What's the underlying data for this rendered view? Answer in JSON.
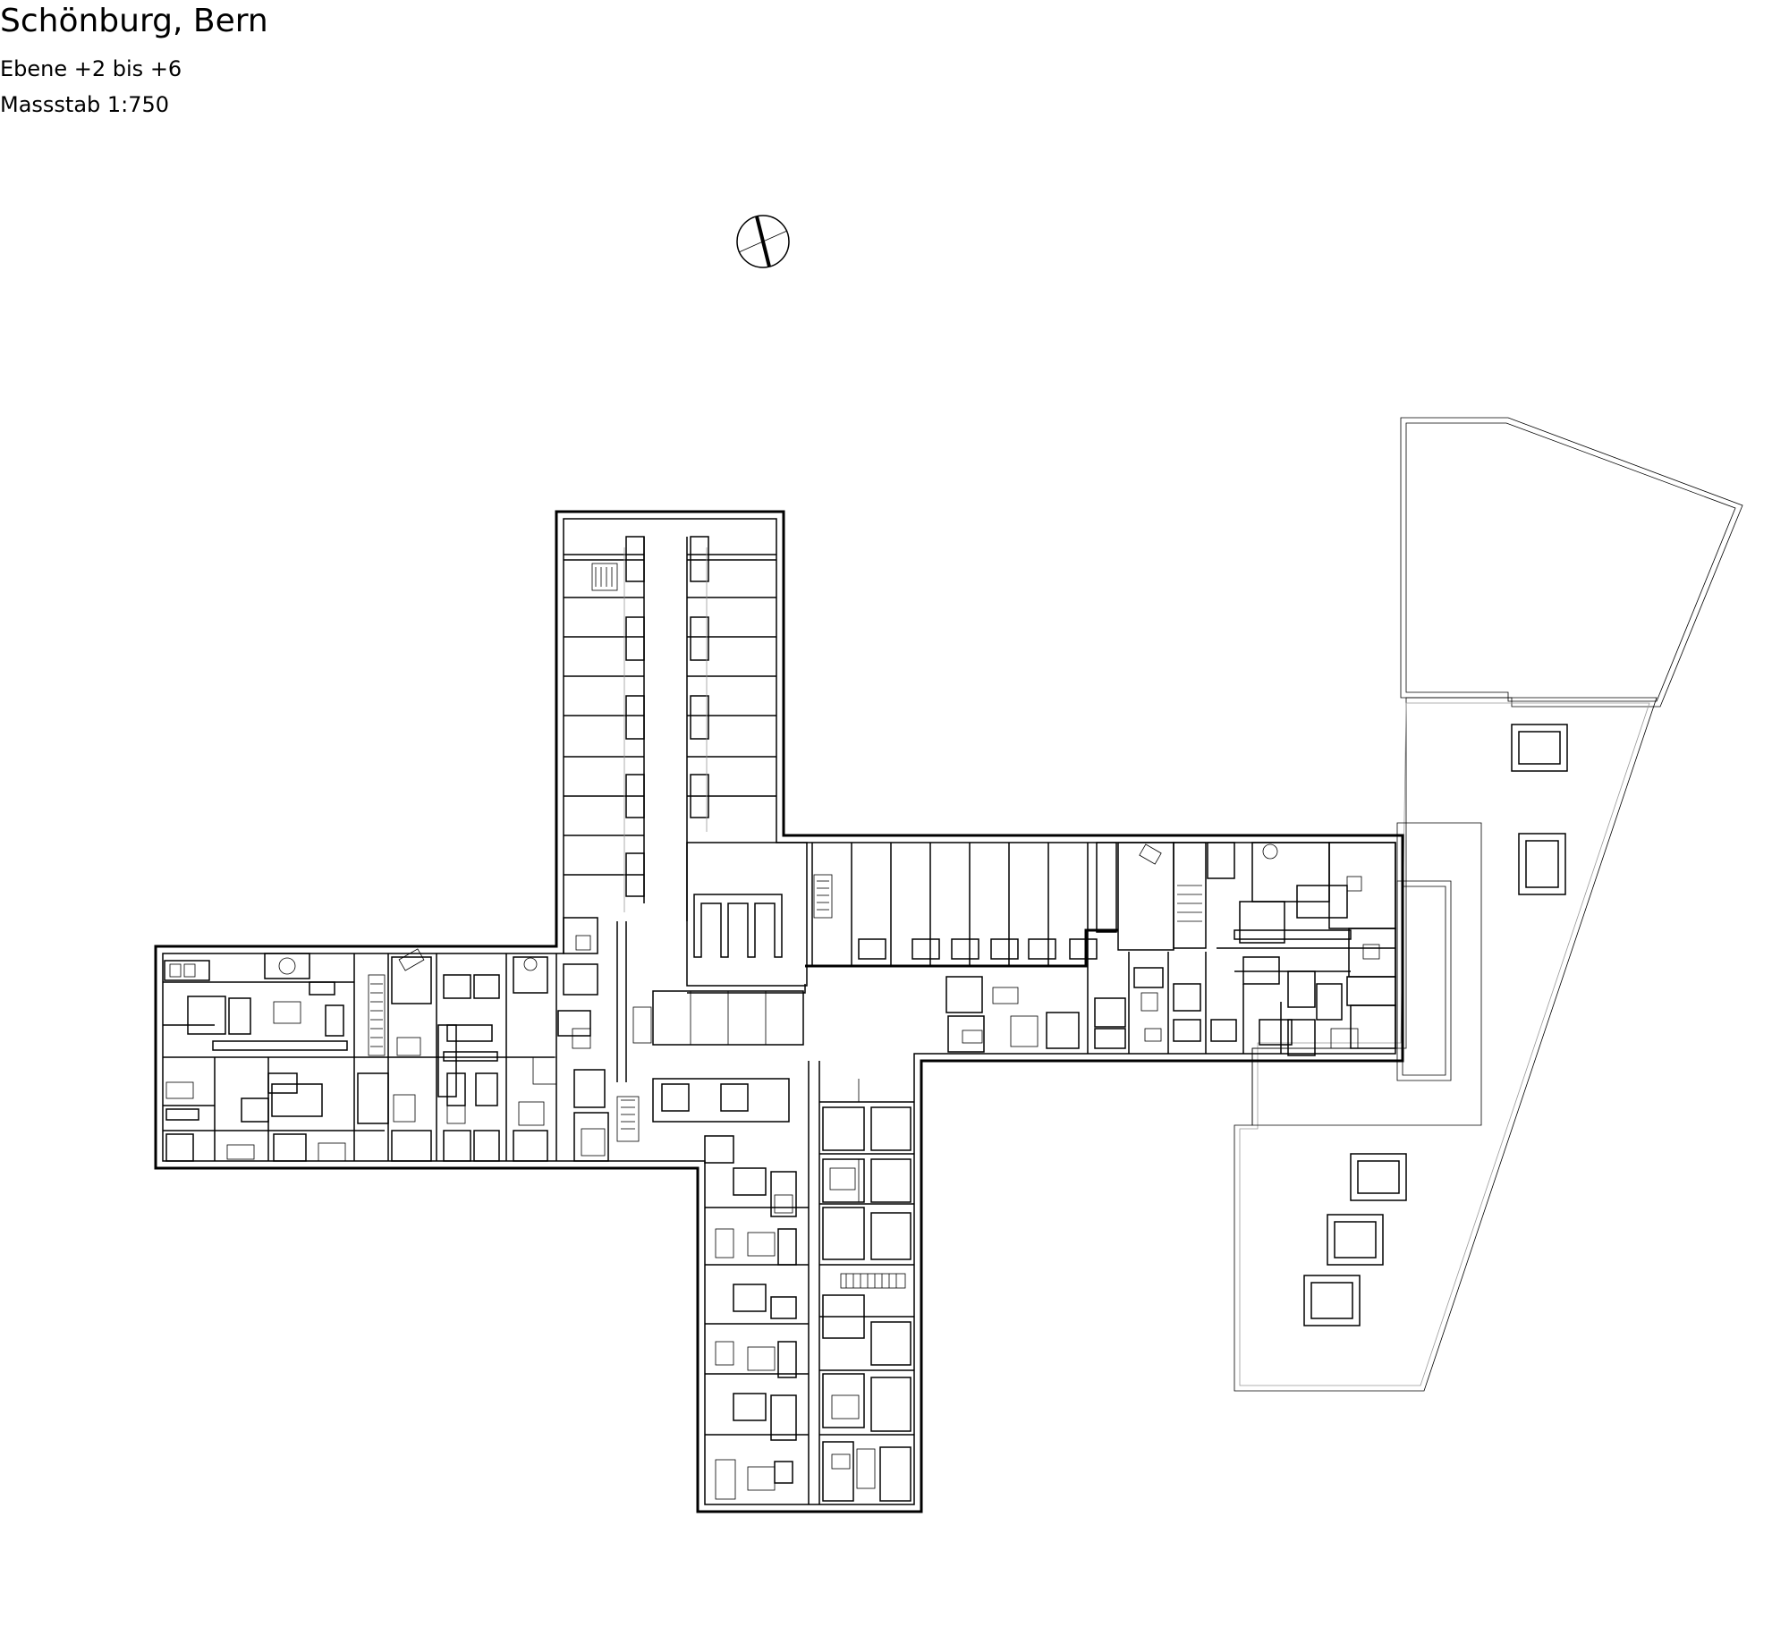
{
  "drawing": {
    "title": "Schönburg, Bern",
    "level": "Ebene +2 bis +6",
    "scale": "Massstab 1:750"
  }
}
